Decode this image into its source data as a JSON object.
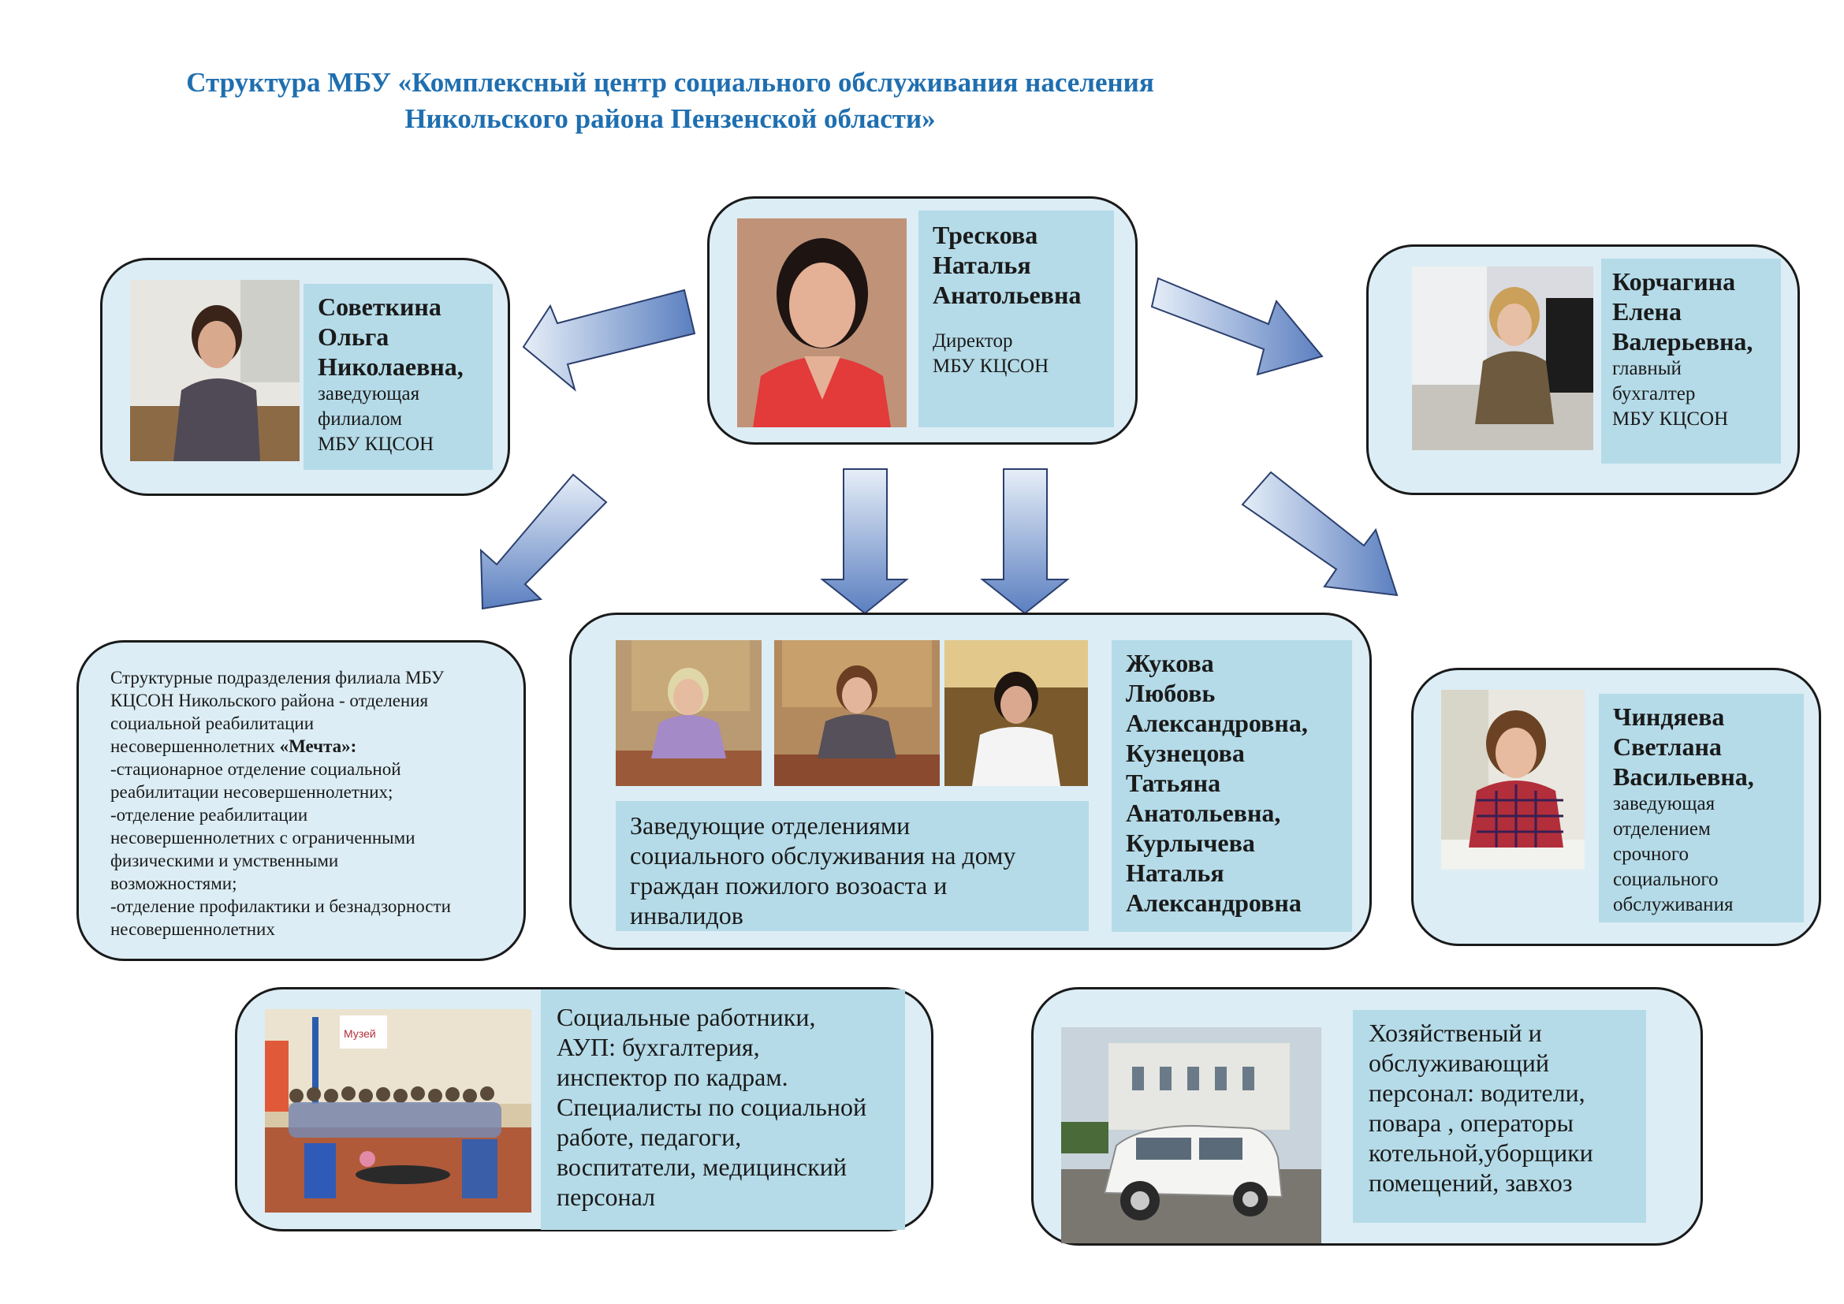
{
  "title": {
    "line1": "Структура МБУ «Комплексный центр социального обслуживания населения",
    "line2": "Никольского района Пензенской области»"
  },
  "director": {
    "name_lines": [
      "Трескова",
      "Наталья",
      "Анатольевна"
    ],
    "role_lines": [
      "Директор",
      "МБУ КЦСОН"
    ]
  },
  "branch_head": {
    "name_lines": [
      "Советкина",
      "Ольга",
      "Николаевна,"
    ],
    "role_lines": [
      "заведующая",
      "филиалом",
      "МБУ КЦСОН"
    ]
  },
  "chief_accountant": {
    "name_lines": [
      "Корчагина",
      "Елена",
      "Валерьевна,"
    ],
    "role_lines": [
      "главный",
      "бухгалтер",
      "МБУ КЦСОН"
    ]
  },
  "branch_divisions": {
    "lines": [
      "Структурные подразделения филиала МБУ",
      "КЦСОН Никольского района - отделения",
      "социальной реабилитации",
      "несовершеннолетних",
      "-стационарное отделение социальной",
      "реабилитации несовершеннолетних;",
      "-отделение реабилитации",
      "несовершеннолетних с ограниченными",
      "физическими и умственными",
      "возможностями;",
      "-отделение профилактики и безнадзорности",
      "несовершеннолетних"
    ],
    "bold_name": "«Мечта»:"
  },
  "home_care_heads": {
    "caption_lines": [
      "Заведующие отделениями",
      "социального обслуживания на дому",
      "граждан пожилого возоаста и",
      "инвалидов"
    ],
    "name_lines": [
      "Жукова",
      "Любовь",
      "Александровна,",
      "Кузнецова",
      "Татьяна",
      "Анатольевна,",
      "Курлычева",
      "Наталья",
      "Александровна"
    ]
  },
  "urgent_head": {
    "name_lines": [
      "Чиндяева",
      "Светлана",
      "Васильевна,"
    ],
    "role_lines": [
      "заведующая",
      "отделением",
      "срочного",
      "социального",
      "обслуживания"
    ]
  },
  "social_workers": {
    "lines": [
      "Социальные работники,",
      "АУП: бухгалтерия,",
      "инспектор по кадрам.",
      "Специалисты по социальной",
      "работе, педагоги,",
      "воспитатели, медицинский",
      "персонал"
    ],
    "photo_sign": "Музей"
  },
  "service_staff": {
    "lines": [
      "Хозяйственый и",
      "обслуживающий",
      "персонал: водители,",
      "повара , операторы",
      "котельной,уборщики",
      "помещений, завхоз"
    ]
  },
  "colors": {
    "title": "#1f6fb0",
    "box_fill": "#dcedf5",
    "panel_fill": "#b5dbe8",
    "arrow_light": "#e6eef8",
    "arrow_dark": "#5b7fc0"
  }
}
